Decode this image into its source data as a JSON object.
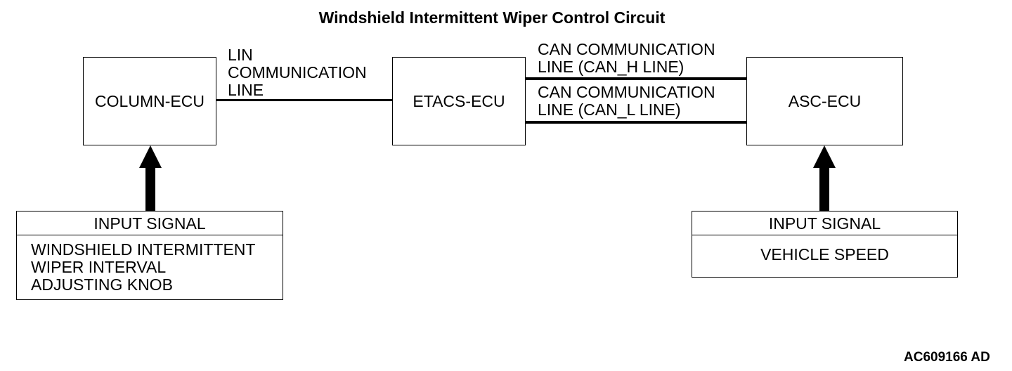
{
  "title": "Windshield Intermittent Wiper Control Circuit",
  "blocks": {
    "column_ecu": "COLUMN-ECU",
    "etacs_ecu": "ETACS-ECU",
    "asc_ecu": "ASC-ECU"
  },
  "lin_line": [
    "LIN",
    "COMMUNICATION",
    "LINE"
  ],
  "can_h_line": [
    "CAN COMMUNICATION",
    "LINE (CAN_H LINE)"
  ],
  "can_l_line": [
    "CAN COMMUNICATION",
    "LINE (CAN_L LINE)"
  ],
  "left_input": {
    "header": "INPUT SIGNAL",
    "lines": [
      "WINDSHIELD INTERMITTENT",
      "WIPER INTERVAL",
      "ADJUSTING KNOB"
    ]
  },
  "right_input": {
    "header": "INPUT SIGNAL",
    "lines": [
      "VEHICLE SPEED"
    ]
  },
  "figure_ref": "AC609166 AD"
}
